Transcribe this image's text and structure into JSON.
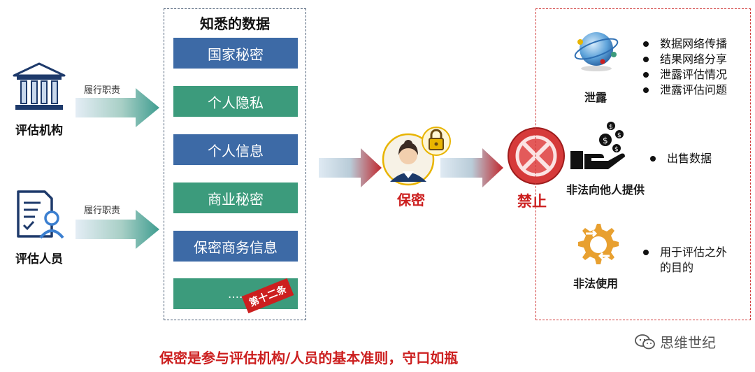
{
  "left": {
    "org": {
      "label": "评估机构",
      "duty": "履行职责"
    },
    "person": {
      "label": "评估人员",
      "duty": "履行职责"
    }
  },
  "center": {
    "title": "知悉的数据",
    "items": [
      "国家秘密",
      "个人隐私",
      "个人信息",
      "商业秘密",
      "保密商务信息",
      "……"
    ],
    "stamp": "第十二条"
  },
  "confidential": {
    "label": "保密"
  },
  "forbidden": {
    "label": "禁止"
  },
  "right": {
    "leak": {
      "label": "泄露",
      "bullets": [
        "数据网络传播",
        "结果网络分享",
        "泄露评估情况",
        "泄露评估问题"
      ]
    },
    "sell": {
      "label": "非法向他人提供",
      "bullets": [
        "出售数据"
      ]
    },
    "misuse": {
      "label": "非法使用",
      "bullets": [
        "用于评估之外的目的"
      ]
    }
  },
  "footer": "保密是参与评估机构/人员的基本准则，守口如瓶",
  "watermark": "思维世纪",
  "colors": {
    "blue": "#3d6aa6",
    "green": "#3c9b7c",
    "red": "#cc1f1f",
    "teal_arrow": "#3f9d90",
    "red_arrow": "#c0272d"
  }
}
